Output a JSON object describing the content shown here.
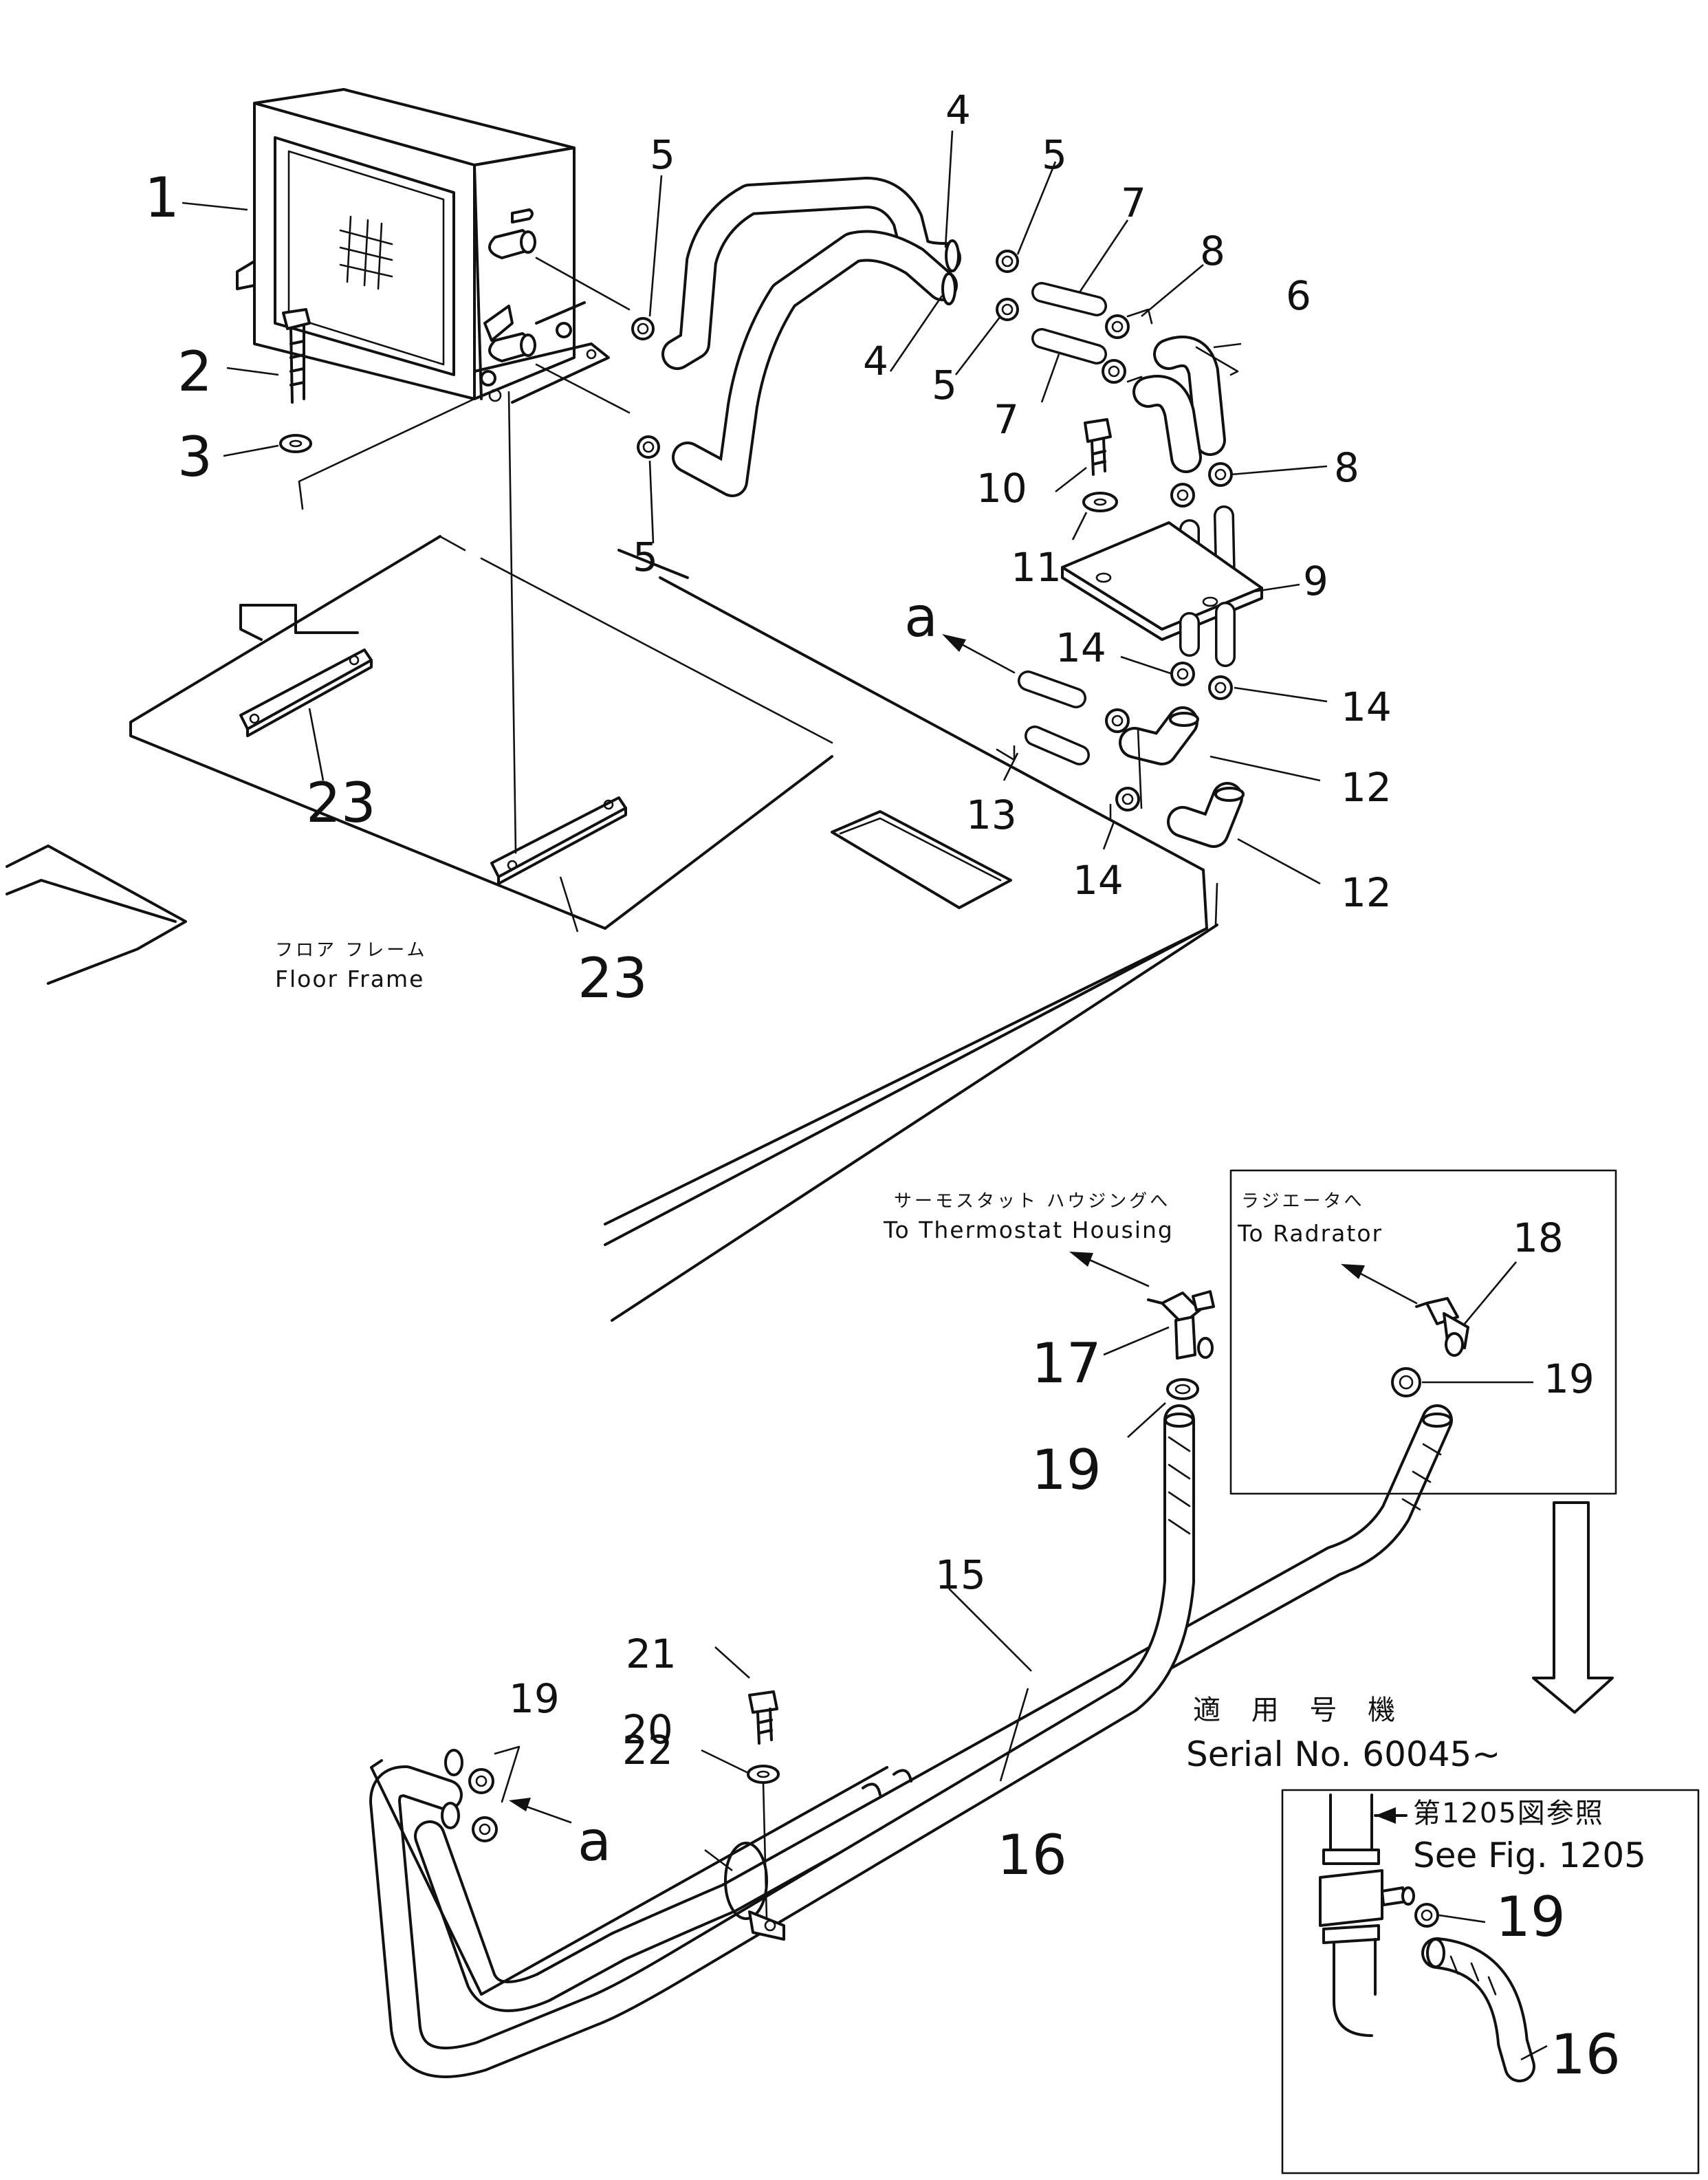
{
  "callouts": {
    "c1": "1",
    "c2": "2",
    "c3": "3",
    "c4a": "4",
    "c4b": "4",
    "c5a": "5",
    "c5b": "5",
    "c5c": "5",
    "c5d": "5",
    "c6": "6",
    "c7a": "7",
    "c7b": "7",
    "c8a": "8",
    "c8b": "8",
    "c9": "9",
    "c10": "10",
    "c11": "11",
    "c12a": "12",
    "c12b": "12",
    "c13": "13",
    "c14a": "14",
    "c14b": "14",
    "c14c": "14",
    "c15": "15",
    "c16a": "16",
    "c16b": "16",
    "c17": "17",
    "c18": "18",
    "c19a": "19",
    "c19b": "19",
    "c19c": "19",
    "c19d": "19",
    "c20": "20",
    "c21": "21",
    "c22": "22",
    "c23a": "23",
    "c23b": "23",
    "ca1": "a",
    "ca2": "a"
  },
  "labels": {
    "floor_frame_jp": "フロア フレーム",
    "floor_frame_en": "Floor Frame",
    "thermostat_jp": "サーモスタット ハウジングへ",
    "thermostat_en": "To Thermostat Housing",
    "radiator_jp": "ラジエータへ",
    "radiator_en": "To Radrator",
    "serial_jp": "適 用 号 機",
    "serial_en": "Serial No. 60045~",
    "see_fig_jp": "第1205図参照",
    "see_fig_en": "See Fig. 1205"
  }
}
